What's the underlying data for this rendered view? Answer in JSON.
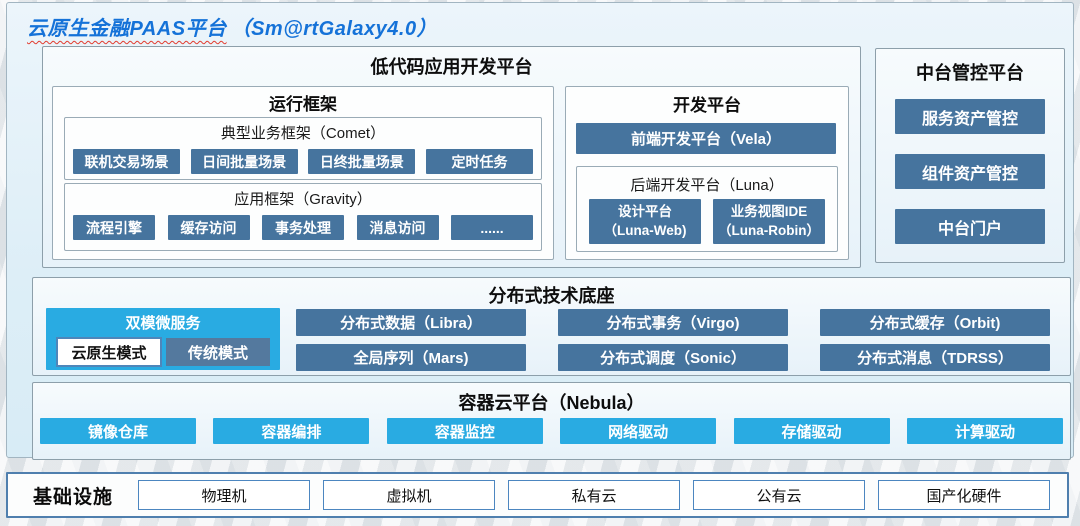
{
  "page": {
    "title_main": "云原生金融PAAS平台",
    "title_suffix": "（Sm@rtGalaxy4.0）"
  },
  "colors": {
    "title_blue": "#1572d8",
    "steel_blue": "#46749e",
    "cyan": "#29abe2",
    "traditional_blue": "#54799e",
    "underline_red": "#e23b2e"
  },
  "low_code": {
    "title": "低代码应用开发平台",
    "runtime": {
      "title": "运行框架",
      "comet": {
        "title": "典型业务框架（Comet）",
        "buttons": [
          "联机交易场景",
          "日间批量场景",
          "日终批量场景",
          "定时任务"
        ]
      },
      "gravity": {
        "title": "应用框架（Gravity）",
        "buttons": [
          "流程引擎",
          "缓存访问",
          "事务处理",
          "消息访问",
          "......"
        ]
      }
    },
    "dev": {
      "title": "开发平台",
      "vela_label": "前端开发平台（Vela）",
      "luna": {
        "title": "后端开发平台（Luna）",
        "buttons": [
          {
            "line1": "设计平台",
            "line2": "（Luna-Web)"
          },
          {
            "line1": "业务视图IDE",
            "line2": "（Luna-Robin）"
          }
        ]
      }
    }
  },
  "mid_platform": {
    "title": "中台管控平台",
    "buttons": [
      "服务资产管控",
      "组件资产管控",
      "中台门户"
    ]
  },
  "distributed": {
    "title": "分布式技术底座",
    "dual_mode": {
      "title": "双模微服务",
      "cloud_native": "云原生模式",
      "traditional": "传统模式"
    },
    "buttons": [
      "分布式数据（Libra）",
      "分布式事务（Virgo)",
      "分布式缓存（Orbit)",
      "全局序列（Mars)",
      "分布式调度（Sonic）",
      "分布式消息（TDRSS）"
    ]
  },
  "container_cloud": {
    "title": "容器云平台（Nebula）",
    "buttons": [
      "镜像仓库",
      "容器编排",
      "容器监控",
      "网络驱动",
      "存储驱动",
      "计算驱动"
    ]
  },
  "infrastructure": {
    "title": "基础设施",
    "items": [
      "物理机",
      "虚拟机",
      "私有云",
      "公有云",
      "国产化硬件"
    ]
  }
}
